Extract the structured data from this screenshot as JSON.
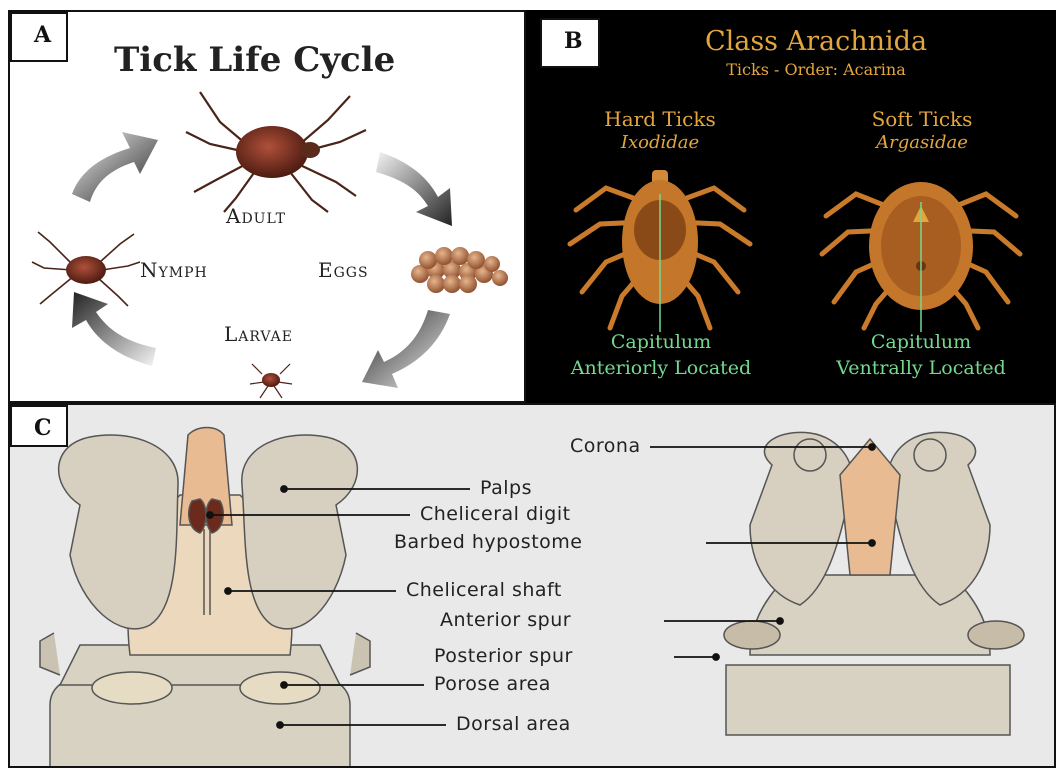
{
  "panel_a": {
    "label": "A",
    "title": "Tick Life Cycle",
    "stages": {
      "adult": "Adult",
      "eggs": "Eggs",
      "larvae": "Larvae",
      "nymph": "Nymph"
    }
  },
  "panel_b": {
    "label": "B",
    "title": "Class Arachnida",
    "subtitle": "Ticks - Order: Acarina",
    "left": {
      "name": "Hard Ticks",
      "family": "Ixodidae",
      "cap1": "Capitulum",
      "cap2": "Anteriorly Located"
    },
    "right": {
      "name": "Soft Ticks",
      "family": "Argasidae",
      "cap1": "Capitulum",
      "cap2": "Ventrally Located"
    }
  },
  "panel_c": {
    "label": "C",
    "parts": {
      "corona": "Corona",
      "palps": "Palps",
      "cheliceral_digit": "Cheliceral digit",
      "barbed_hypostome": "Barbed hypostome",
      "cheliceral_shaft": "Cheliceral shaft",
      "anterior_spur": "Anterior spur",
      "posterior_spur": "Posterior spur",
      "porose_area": "Porose area",
      "dorsal_area": "Dorsal area"
    }
  },
  "colors": {
    "gold": "#e3a63f",
    "green": "#74d98f",
    "tick_body": "#6b2a1c"
  }
}
